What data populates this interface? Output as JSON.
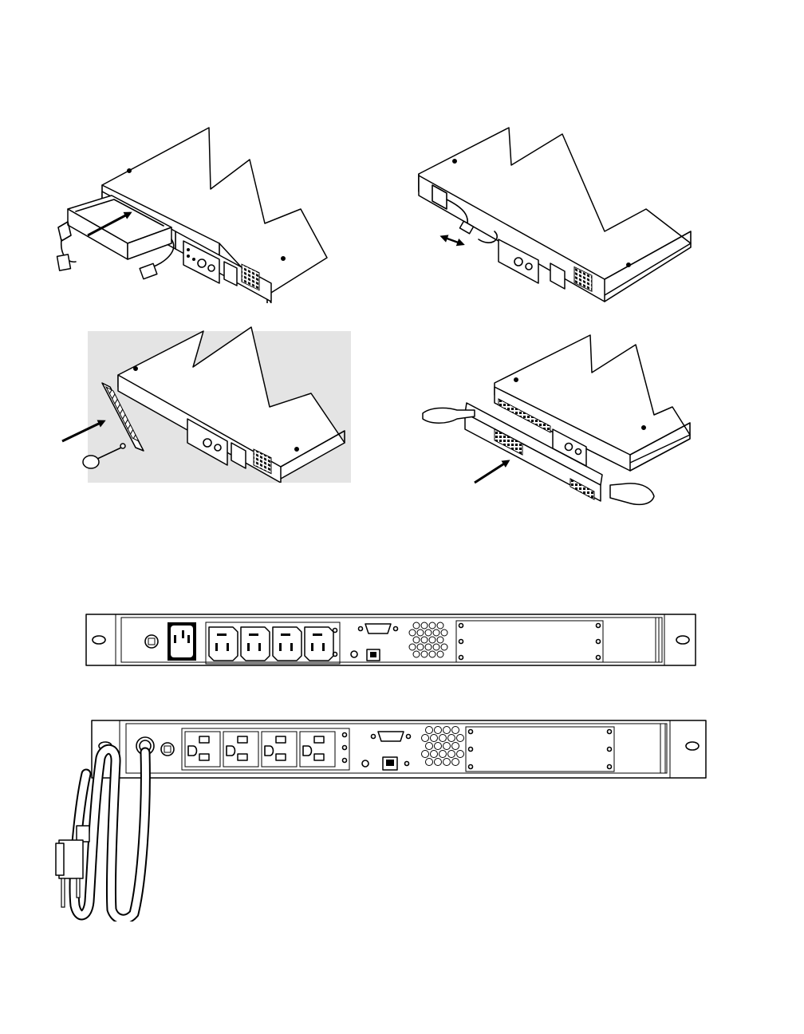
{
  "page": {
    "background": "#ffffff",
    "line_color": "#000000",
    "shade_color": "#e4e4e4"
  },
  "figures": [
    {
      "id": "step-1",
      "icon": "battery-insertion-arrow"
    },
    {
      "id": "step-2",
      "icon": "battery-connector-double-arrow"
    },
    {
      "id": "step-3",
      "icon": "bezel-bracket-screwdriver"
    },
    {
      "id": "step-4",
      "icon": "front-bezel-hands-arrow"
    },
    {
      "id": "rear-panel-iec",
      "icon": "rear-panel-iec-outlets",
      "outlet_count": 4
    },
    {
      "id": "rear-panel-nema",
      "icon": "rear-panel-nema-outlets-cord",
      "outlet_count": 4
    }
  ]
}
